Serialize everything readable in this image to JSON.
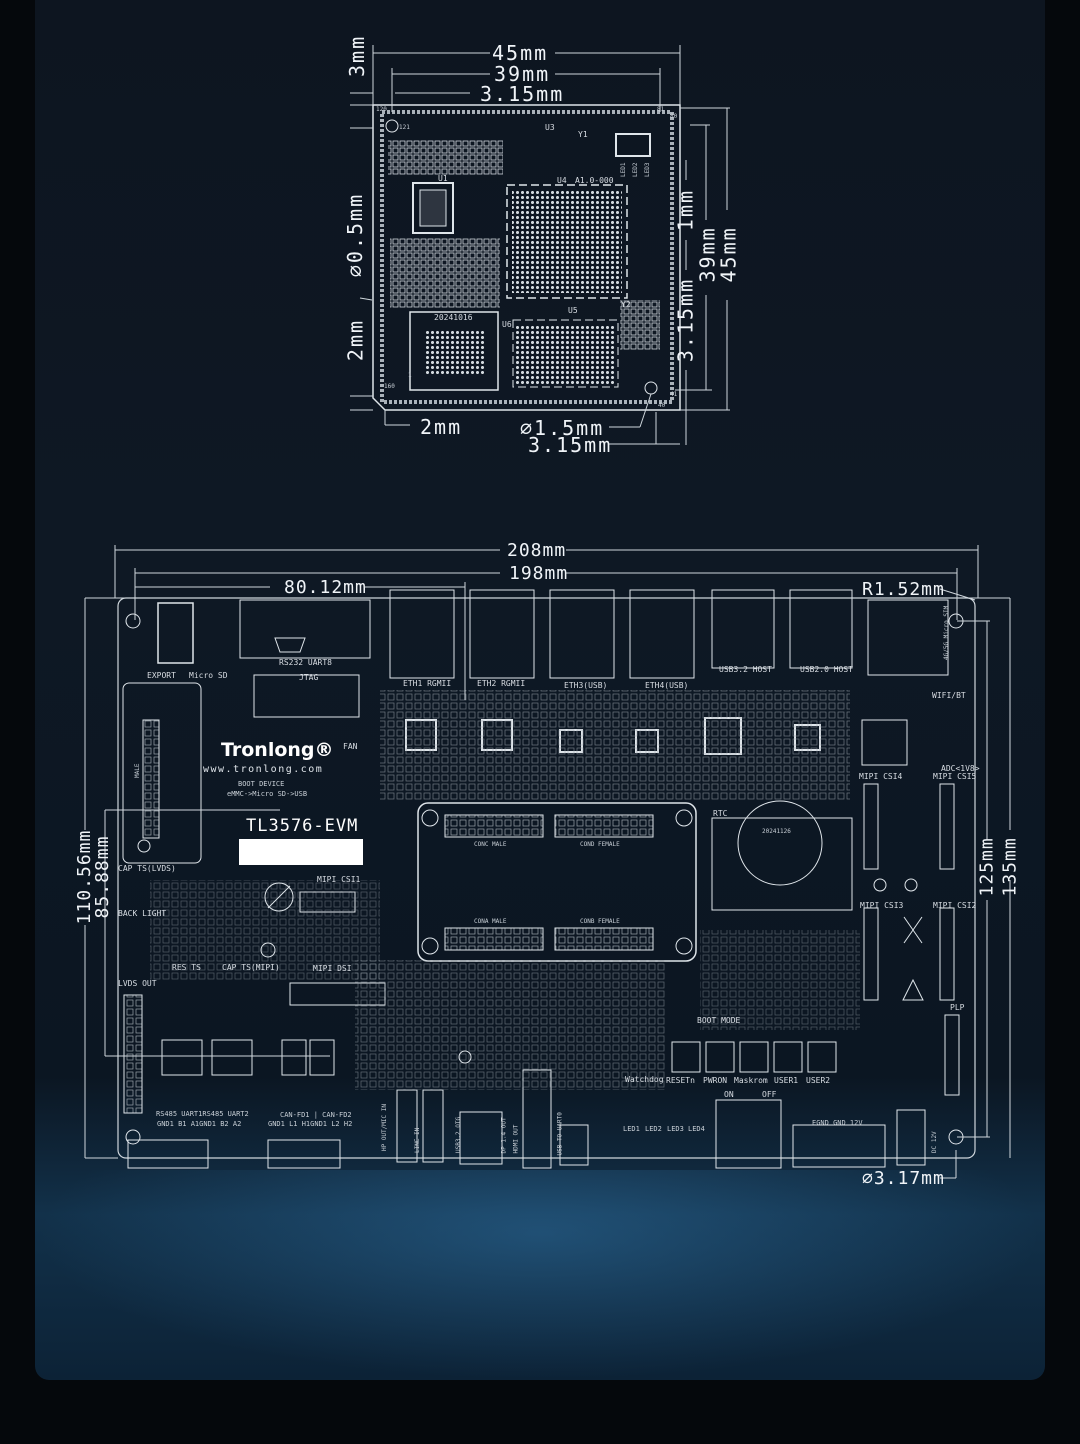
{
  "module": {
    "dims": {
      "width_outer": "45mm",
      "width_inner": "39mm",
      "offset_top": "3.15mm",
      "left_3": "3mm",
      "left_hole": "∅0.5mm",
      "left_2": "2mm",
      "bottom_2": "2mm",
      "bottom_hole": "∅1.5mm",
      "bottom_315": "3.15mm",
      "right_1": "1mm",
      "right_315": "3.15mm",
      "right_39": "39mm",
      "right_45": "45mm"
    },
    "labels": {
      "u1": "U1",
      "u3": "U3",
      "u4": "U4",
      "u5": "U5",
      "u6": "U6",
      "y1": "Y1",
      "y2": "Y2",
      "led1": "LED1",
      "led2": "LED2",
      "led3": "LED3",
      "version": "A1.0-000",
      "date": "20241016",
      "pin120": "120",
      "pin81": "81",
      "pin80": "80",
      "pin41": "41",
      "pin40": "40",
      "pin160": "160",
      "pin121": "121",
      "pin1": "1"
    }
  },
  "carrier": {
    "dims": {
      "w208": "208mm",
      "w198": "198mm",
      "w80": "80.12mm",
      "radius": "R1.52mm",
      "h110": "110.56mm",
      "h85": "85.88mm",
      "h125": "125mm",
      "h135": "135mm",
      "hole": "∅3.17mm"
    },
    "brand": "Tronlong®",
    "url": "www.tronlong.com",
    "model": "TL3576-EVM",
    "boot_device": "BOOT DEVICE",
    "boot_order": "eMMC->Micro SD->USB",
    "labels": {
      "export": "EXPORT",
      "microsd": "Micro SD",
      "rs232": "RS232 UART8",
      "jtag": "JTAG",
      "fan": "FAN",
      "eth1": "ETH1 RGMII",
      "eth2": "ETH2 RGMII",
      "eth3": "ETH3(USB)",
      "eth4": "ETH4(USB)",
      "usb32host": "USB3.2 HOST",
      "usb20host": "USB2.0 HOST",
      "sim": "4G/5G Micro SIM",
      "wifi": "WIFI/BT",
      "adc": "ADC<1V8>",
      "csi4": "MIPI CSI4",
      "csi5": "MIPI CSI5",
      "csi3": "MIPI CSI3",
      "csi2": "MIPI CSI2",
      "csi1": "MIPI CSI1",
      "dsi": "MIPI DSI",
      "rtc": "RTC",
      "rtc_date": "20241126",
      "conc": "CONC MALE",
      "cond": "COND FEMALE",
      "cona": "CONA MALE",
      "conb": "CONB FEMALE",
      "cap_lvds": "CAP TS(LVDS)",
      "backlight": "BACK LIGHT",
      "res_ts": "RES TS",
      "cap_mipi": "CAP TS(MIPI)",
      "lvds_out": "LVDS OUT",
      "male": "MALE",
      "boot_mode": "BOOT MODE",
      "plp": "PLP",
      "watchdog": "Watchdog",
      "reset": "RESETn",
      "pwron": "PWRON",
      "maskrom": "Maskrom",
      "user1": "USER1",
      "user2": "USER2",
      "on": "ON",
      "off": "OFF",
      "rs485": "RS485 UART1RS485 UART2",
      "rs485_pins": "GND1 B1 A1GND1 B2 A2",
      "can": "CAN-FD1 | CAN-FD2",
      "can_pins": "GND1 L1 H1GND1 L2 H2",
      "hp": "HP OUT/MIC IN",
      "linein": "LINE IN",
      "usb32otg": "USB3.2 OTG",
      "dp": "DP 1.4 OUT",
      "hdmi": "HDMI OUT",
      "usbuart": "USB TO UART0",
      "led1": "LED1",
      "led2": "LED2",
      "led3": "LED3",
      "led4": "LED4",
      "egnd": "EGND GND 12V",
      "dc": "DC 12V"
    }
  },
  "colors": {
    "background": "#0d1520",
    "line": "#e8edf2",
    "accent_glow": "#3c8cc8"
  }
}
